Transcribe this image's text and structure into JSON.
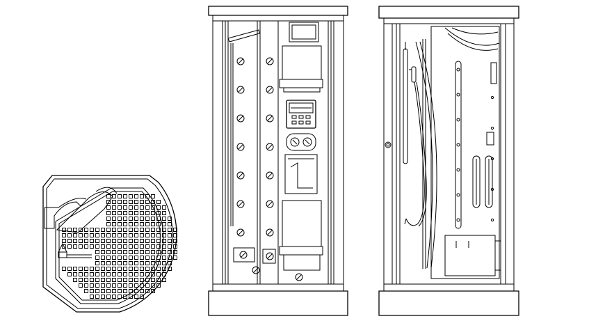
{
  "drawing": {
    "stroke_color": "#000000",
    "background_color": "#ffffff",
    "views": [
      {
        "name": "shower-tray-plan-view"
      },
      {
        "name": "shower-cabin-front-elevation"
      },
      {
        "name": "shower-cabin-side-elevation"
      }
    ]
  }
}
